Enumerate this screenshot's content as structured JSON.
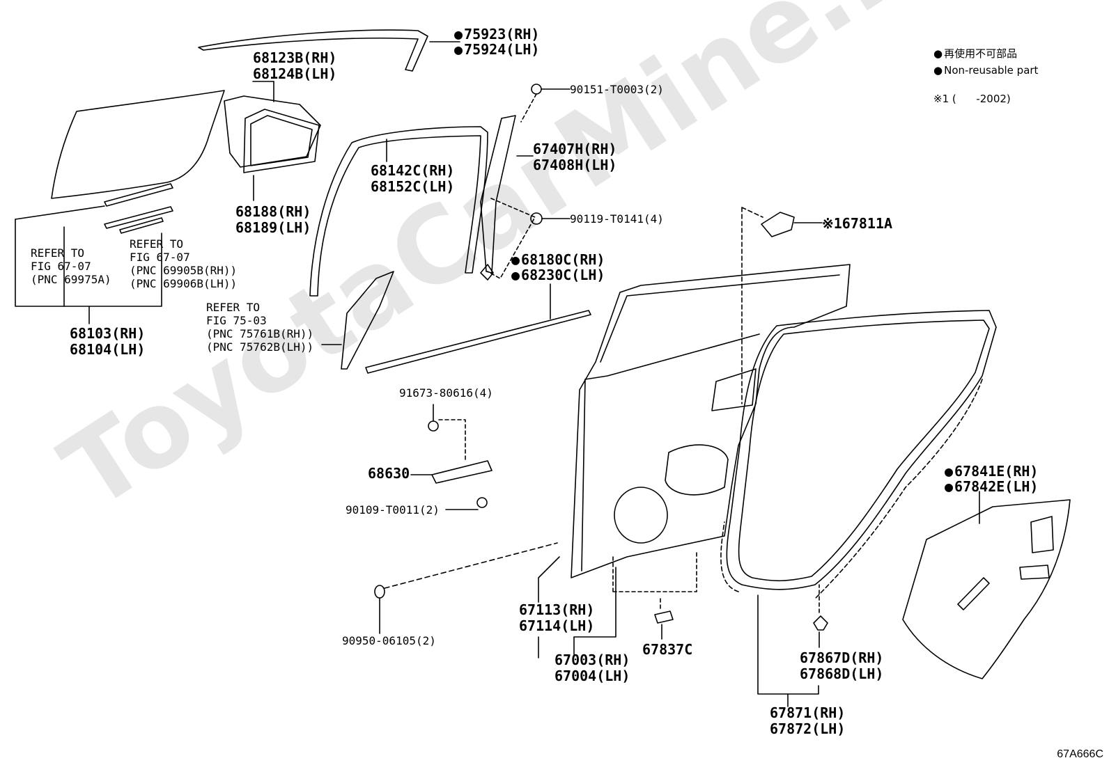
{
  "watermark": "ToyotaCarMine.ru",
  "legend": {
    "jp": "再使用不可部品",
    "en": "Non-reusable part",
    "note": "※1 (      -2002)"
  },
  "diagram_code": "67A666C",
  "labels": {
    "p75923": "75923(RH)",
    "p75924": "75924(LH)",
    "p68123": "68123B(RH)",
    "p68124": "68124B(LH)",
    "p90151": "90151-T0003(2)",
    "p67407": "67407H(RH)",
    "p67408": "67408H(LH)",
    "p68142": "68142C(RH)",
    "p68152": "68152C(LH)",
    "p68188": "68188(RH)",
    "p68189": "68189(LH)",
    "p90119": "90119-T0141(4)",
    "p67811": "※167811A",
    "ref1_a": "REFER TO",
    "ref1_b": "FIG 67-07",
    "ref1_c": "(PNC 69975A)",
    "ref2_a": "REFER TO",
    "ref2_b": "FIG 67-07",
    "ref2_c": "(PNC 69905B(RH))",
    "ref2_d": "(PNC 69906B(LH))",
    "p68180": "68180C(RH)",
    "p68230": "68230C(LH)",
    "p68103": "68103(RH)",
    "p68104": "68104(LH)",
    "ref3_a": "REFER TO",
    "ref3_b": "FIG 75-03",
    "ref3_c": "(PNC 75761B(RH))",
    "ref3_d": "(PNC 75762B(LH))",
    "p91673": "91673-80616(4)",
    "p68630": "68630",
    "p90109": "90109-T0011(2)",
    "p67841": "67841E(RH)",
    "p67842": "67842E(LH)",
    "p67113": "67113(RH)",
    "p67114": "67114(LH)",
    "p67003": "67003(RH)",
    "p67004": "67004(LH)",
    "p67837": "67837C",
    "p67867": "67867D(RH)",
    "p67868": "67868D(LH)",
    "p90950": "90950-06105(2)",
    "p67871": "67871(RH)",
    "p67872": "67872(LH)"
  }
}
